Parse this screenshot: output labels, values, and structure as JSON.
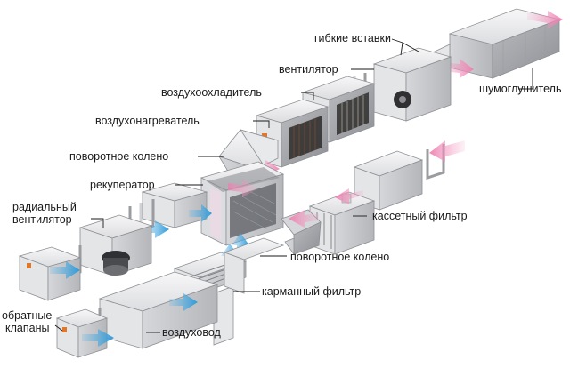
{
  "labels": {
    "flexible_inserts": "гибкие вставки",
    "fan": "вентилятор",
    "silencer": "шумоглушитель",
    "air_cooler": "воздухоохладитель",
    "air_heater": "воздухонагреватель",
    "elbow_top": "поворотное колено",
    "recuperator": "рекуператор",
    "radial_fan_line1": "радиальный",
    "radial_fan_line2": "вентилятор",
    "cassette_filter": "кассетный фильтр",
    "elbow_bottom": "поворотное колено",
    "pocket_filter": "карманный фильтр",
    "check_valves_line1": "обратные",
    "check_valves_line2": "клапаны",
    "air_duct": "воздуховод"
  },
  "colors": {
    "face_light": "#f2f2f3",
    "face_mid": "#cfd0d3",
    "face_dark": "#a4a6aa",
    "edge": "#8d8f93",
    "arrow_pink": "#f4a3c6",
    "arrow_blue": "#5fb4e6",
    "heater_accent": "#e0782a",
    "coil_dark": "#2f2f2f"
  }
}
